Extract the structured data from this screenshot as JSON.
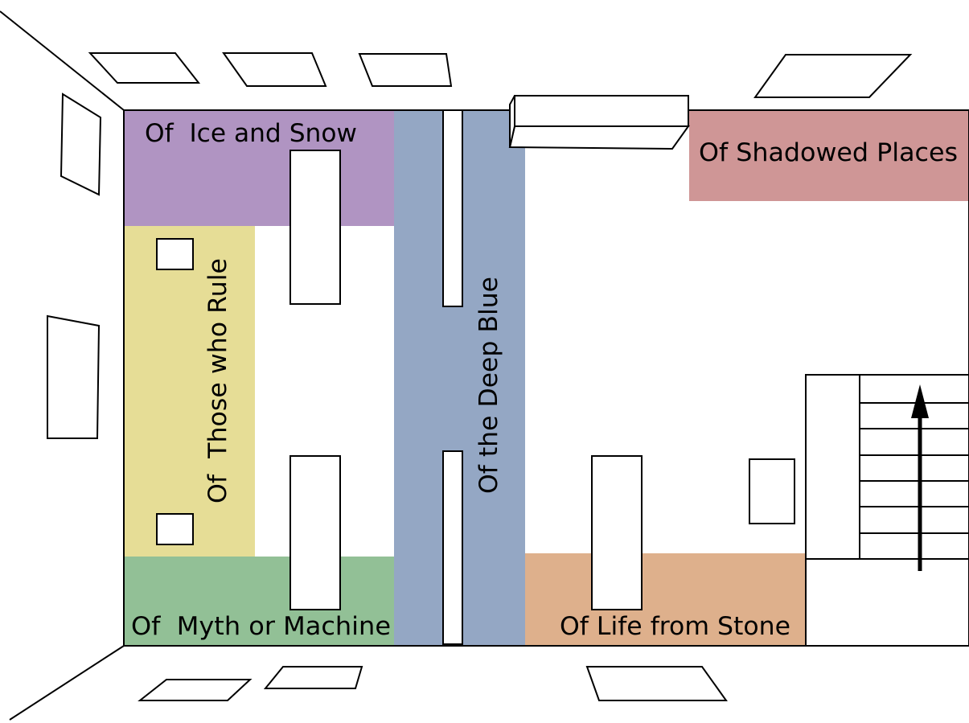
{
  "zones": {
    "ice_and_snow": {
      "label": "Of  Ice and Snow",
      "color": "#b094c2"
    },
    "those_who_rule": {
      "label": "Of  Those who Rule",
      "color": "#e6dd96"
    },
    "myth_or_machine": {
      "label": "Of  Myth or Machine",
      "color": "#92c096"
    },
    "deep_blue": {
      "label": "Of the Deep Blue",
      "color": "#94a7c4"
    },
    "shadowed_places": {
      "label": "Of Shadowed Places",
      "color": "#cf9696"
    },
    "life_from_stone": {
      "label": "Of Life from Stone",
      "color": "#deb08c"
    }
  },
  "icons": {
    "staircase": "staircase-icon",
    "direction_arrow": "arrow-up-icon"
  }
}
